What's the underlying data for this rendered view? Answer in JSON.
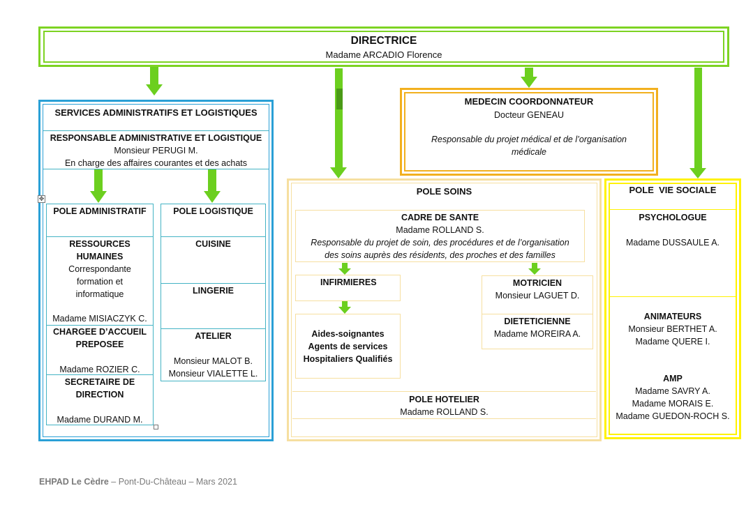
{
  "directrice": {
    "title": "DIRECTRICE",
    "name": "Madame ARCADIO Florence"
  },
  "admin": {
    "title": "SERVICES ADMINISTRATIFS ET LOGISTIQUES",
    "resp_title": "RESPONSABLE ADMINISTRATIVE ET LOGISTIQUE",
    "resp_name": "Monsieur PERUGI M.",
    "resp_desc": "En charge des affaires courantes et des achats",
    "pole_admin": "POLE ADMINISTRATIF",
    "pole_logistique": "POLE LOGISTIQUE",
    "rh_title_1": "RESSOURCES",
    "rh_title_2": "HUMAINES",
    "rh_desc_1": "Correspondante",
    "rh_desc_2": "formation et",
    "rh_desc_3": "informatique",
    "rh_name": "Madame MISIACZYK C.",
    "accueil_title_1": "CHARGEE D’ACCUEIL",
    "accueil_title_2": "PREPOSEE",
    "accueil_name": "Madame ROZIER C.",
    "secr_title_1": "SECRETAIRE DE",
    "secr_title_2": "DIRECTION",
    "secr_name": "Madame DURAND M.",
    "cuisine": "CUISINE",
    "lingerie": "LINGERIE",
    "atelier": "ATELIER",
    "atelier_name_1": "Monsieur MALOT B.",
    "atelier_name_2": "Monsieur VIALETTE L."
  },
  "medecin": {
    "title": "MEDECIN COORDONNATEUR",
    "name": "Docteur GENEAU",
    "desc_1": "Responsable du projet médical et de l’organisation",
    "desc_2": "médicale"
  },
  "soins": {
    "title": "POLE SOINS",
    "cadre_title": "CADRE DE SANTE",
    "cadre_name": "Madame ROLLAND S.",
    "cadre_desc_1": "Responsable du projet de soin, des procédures et de l’organisation",
    "cadre_desc_2": "des soins auprès des résidents, des proches et des familles",
    "infirmieres": "INFIRMIERES",
    "aides_1": "Aides-soignantes",
    "aides_2": "Agents de services",
    "aides_3": "Hospitaliers Qualifiés",
    "motricien": "MOTRICIEN",
    "motricien_name": "Monsieur LAGUET D.",
    "dieteticienne": "DIETETICIENNE",
    "dieteticienne_name": "Madame MOREIRA A.",
    "hotelier_title": "POLE HOTELIER",
    "hotelier_name": "Madame ROLLAND S."
  },
  "vie_sociale": {
    "title": "POLE  VIE SOCIALE",
    "psy_title": "PSYCHOLOGUE",
    "psy_name": "Madame DUSSAULE A.",
    "anim_title": "ANIMATEURS",
    "anim_name_1": "Monsieur BERTHET A.",
    "anim_name_2": "Madame QUERE I.",
    "amp_title": "AMP",
    "amp_name_1": "Madame SAVRY A.",
    "amp_name_2": "Madame MORAIS E.",
    "amp_name_3": "Madame GUEDON-ROCH S."
  },
  "footer": {
    "bold": "EHPAD Le Cèdre",
    "rest": " – Pont-Du-Château – Mars 2021"
  },
  "colors": {
    "arrow": "#6ccf1f",
    "director_border": "#7dd322",
    "admin_border": "#2aa0d6",
    "medecin_border": "#f2b01e",
    "soins_border": "#f6dfa0",
    "vie_border": "#fff200"
  }
}
